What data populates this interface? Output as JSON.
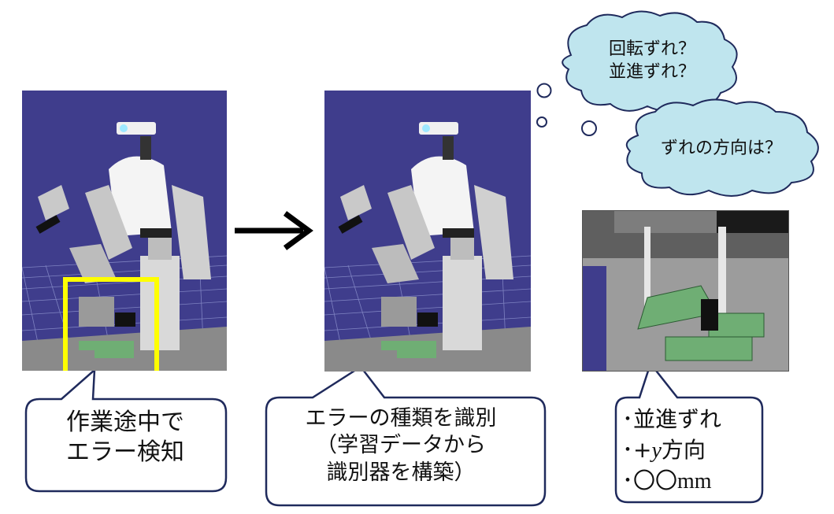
{
  "figure": {
    "thought_cloud_1": {
      "lines": [
        "回転ずれ？",
        "並進ずれ？"
      ]
    },
    "thought_cloud_2": {
      "text": "ずれの方向は？"
    },
    "caption_detect": {
      "lines": [
        "作業途中で",
        "エラー検知"
      ]
    },
    "caption_classify": {
      "lines": [
        "エラーの種類を識別",
        "（学習データから",
        "識別器を構築）"
      ]
    },
    "caption_result": {
      "line1": "･並進ずれ",
      "line2_sign": "･+",
      "line2_var": "y",
      "line2_suffix": "方向",
      "line3_circles": "･〇〇",
      "line3_unit": "mm"
    }
  },
  "colors": {
    "sim_background": "#3f3d8c",
    "floor": "#8a8a8a",
    "highlight_box": "#ffff00",
    "part_green": "#6fae74",
    "cloud_fill": "#bfe5ee",
    "callout_border": "#1f2a5c"
  }
}
